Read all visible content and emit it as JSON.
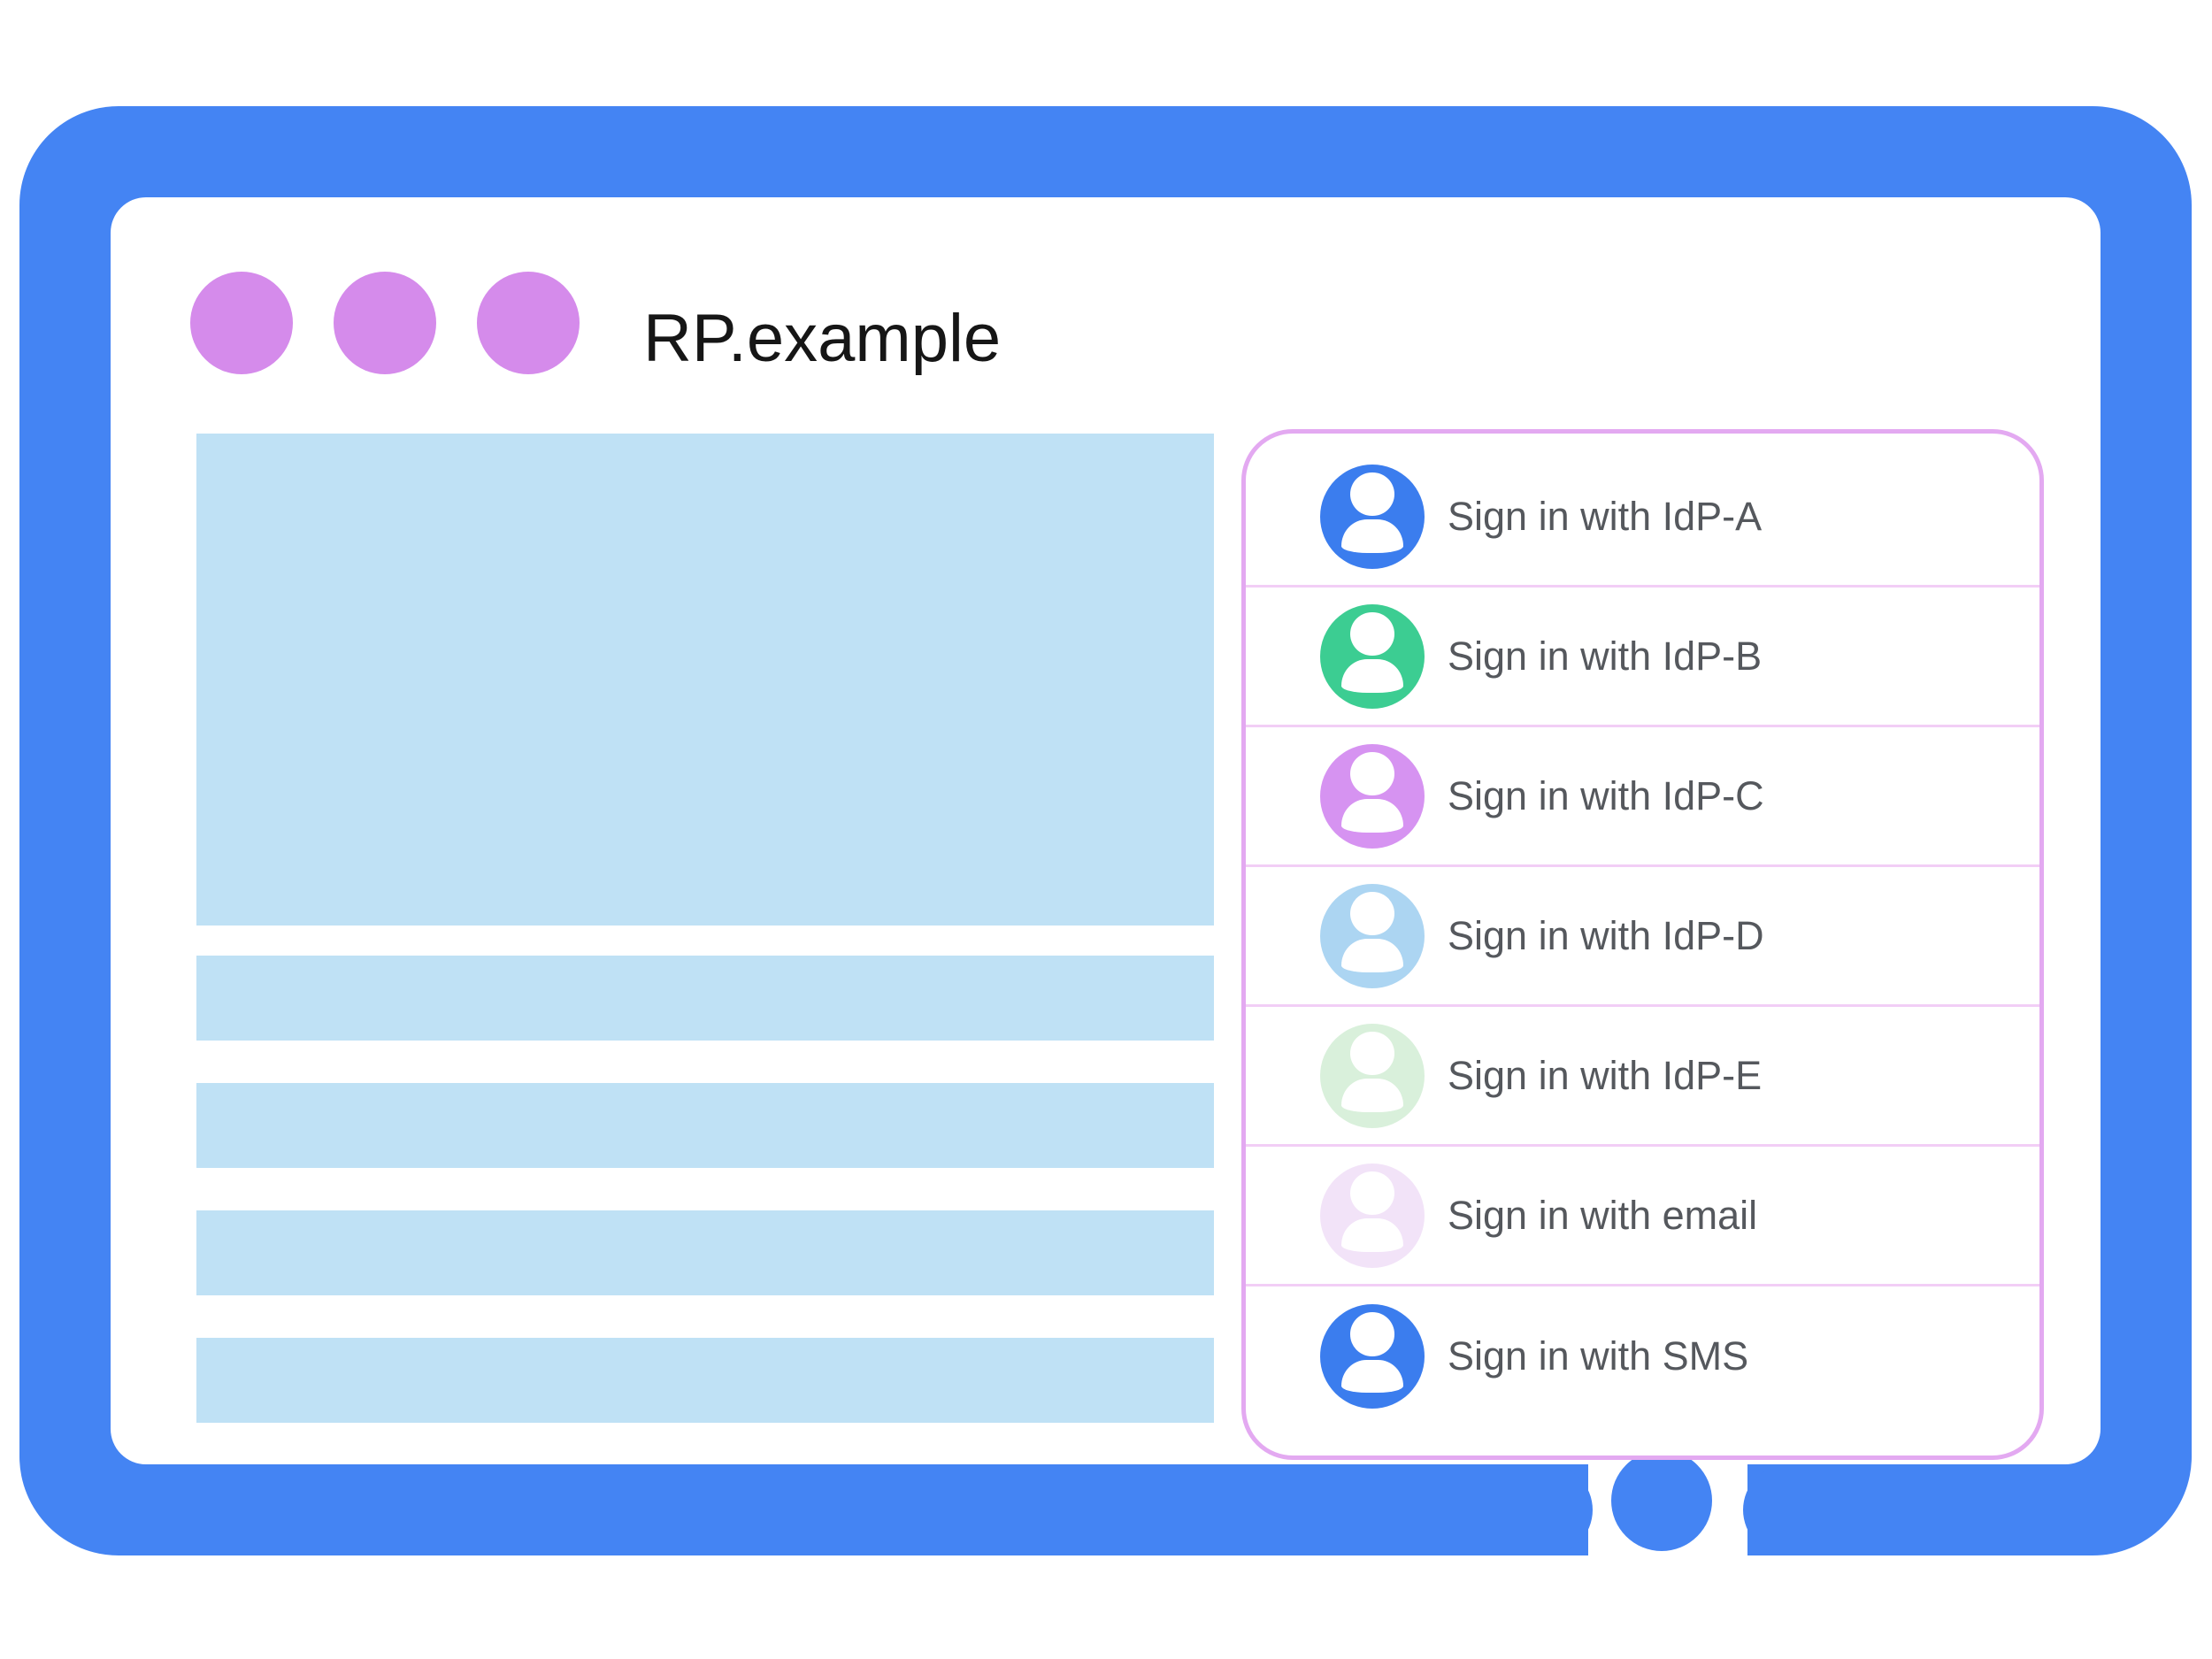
{
  "window": {
    "title": "RP.example",
    "frame_color": "#4484F3",
    "dot_color": "#D58BEB",
    "dot_count": 3
  },
  "content_placeholder": {
    "block_color": "#BFE1F5",
    "blocks": [
      "hero-block",
      "text-line",
      "text-line",
      "text-line",
      "text-line"
    ]
  },
  "signin_panel": {
    "border_color": "#E3A9F1",
    "divider_color": "#F2CEF6",
    "items": [
      {
        "label": "Sign in with IdP-A",
        "avatar_color": "#3B7DEE",
        "icon": "person-icon"
      },
      {
        "label": "Sign in with IdP-B",
        "avatar_color": "#3CCD92",
        "icon": "person-icon"
      },
      {
        "label": "Sign in with IdP-C",
        "avatar_color": "#D693F1",
        "icon": "person-icon"
      },
      {
        "label": "Sign in with IdP-D",
        "avatar_color": "#ACD5F2",
        "icon": "person-icon"
      },
      {
        "label": "Sign in with IdP-E",
        "avatar_color": "#D9F0DB",
        "icon": "person-icon"
      },
      {
        "label": "Sign in with email",
        "avatar_color": "#F2E3F8",
        "icon": "person-icon"
      },
      {
        "label": "Sign in with SMS",
        "avatar_color": "#3B7DEE",
        "icon": "person-icon"
      }
    ]
  }
}
